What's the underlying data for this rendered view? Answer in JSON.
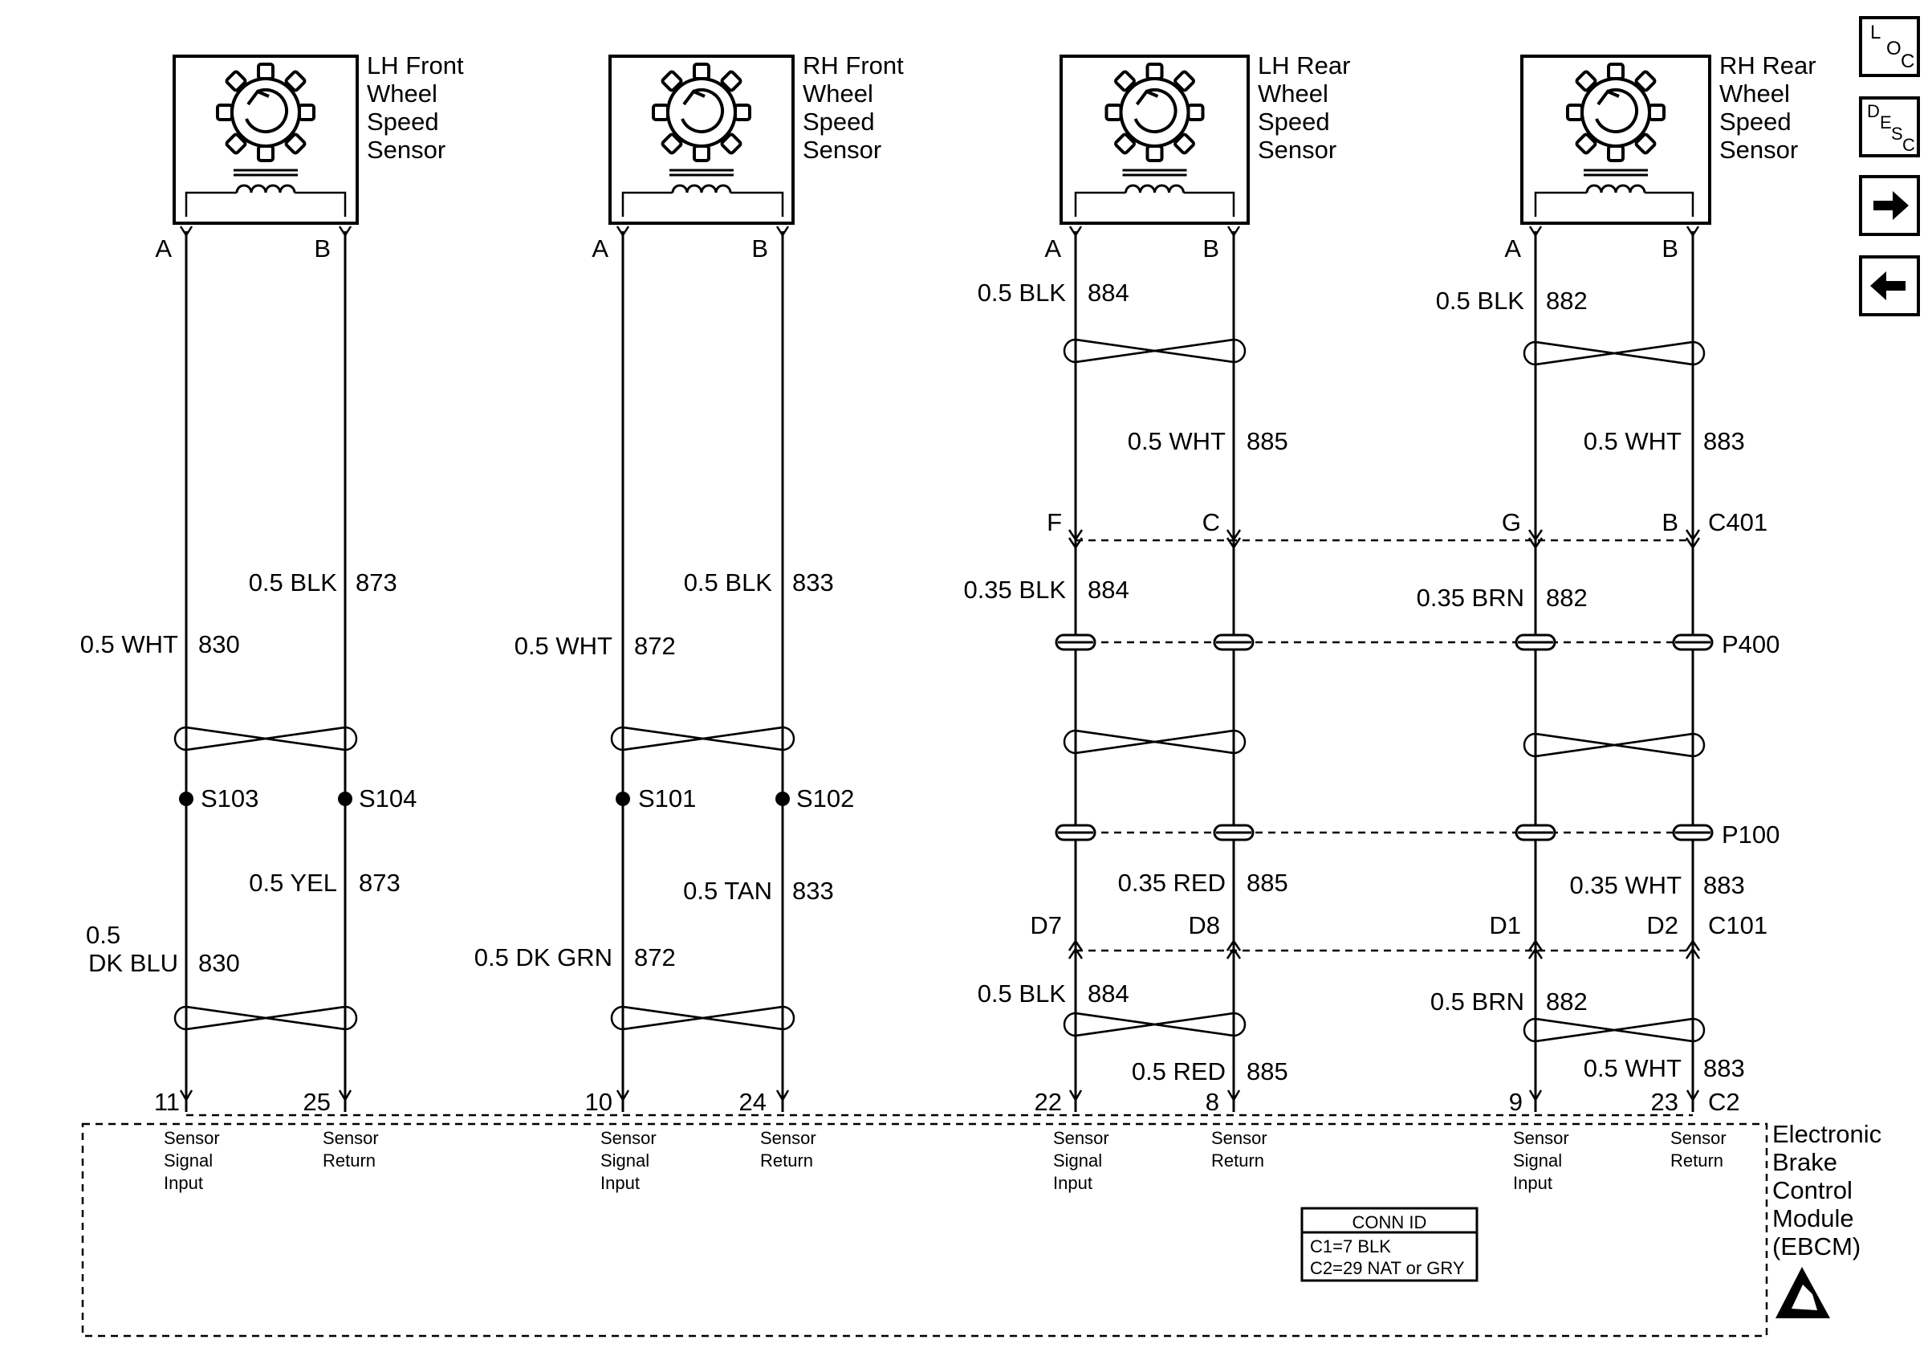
{
  "sensors": [
    {
      "title": [
        "LH Front",
        "Wheel",
        "Speed",
        "Sensor"
      ],
      "pin_a": "A",
      "pin_b": "B"
    },
    {
      "title": [
        "RH Front",
        "Wheel",
        "Speed",
        "Sensor"
      ],
      "pin_a": "A",
      "pin_b": "B"
    },
    {
      "title": [
        "LH Rear",
        "Wheel",
        "Speed",
        "Sensor"
      ],
      "pin_a": "A",
      "pin_b": "B"
    },
    {
      "title": [
        "RH Rear",
        "Wheel",
        "Speed",
        "Sensor"
      ],
      "pin_a": "A",
      "pin_b": "B"
    }
  ],
  "nav": {
    "loc": "LOC",
    "desc": "DESC",
    "next": "next-arrow",
    "prev": "prev-arrow"
  },
  "wires": {
    "lhf": {
      "a_size": "0.5 WHT",
      "a_circ": "830",
      "b_size": "0.5 BLK",
      "b_circ": "873",
      "s_a": "S103",
      "s_b": "S104",
      "a2_size_1": "0.5",
      "a2_size_2": "DK BLU",
      "a2_circ": "830",
      "b2_size": "0.5 YEL",
      "b2_circ": "873",
      "pin_a": "11",
      "pin_b": "25"
    },
    "rhf": {
      "a_size": "0.5 WHT",
      "a_circ": "872",
      "b_size": "0.5 BLK",
      "b_circ": "833",
      "s_a": "S101",
      "s_b": "S102",
      "a2_size": "0.5 DK GRN",
      "a2_circ": "872",
      "b2_size": "0.5 TAN",
      "b2_circ": "833",
      "pin_a": "10",
      "pin_b": "24"
    },
    "lhr": {
      "a_size": "0.5 BLK",
      "a_circ": "884",
      "b_size": "0.5 WHT",
      "b_circ": "885",
      "c401_a": "F",
      "c401_b": "C",
      "a3_size": "0.35 BLK",
      "a3_circ": "884",
      "b3_size": "0.35 RED",
      "b3_circ": "885",
      "c101_a": "D7",
      "c101_b": "D8",
      "a4_size": "0.5 BLK",
      "a4_circ": "884",
      "b4_size": "0.5 RED",
      "b4_circ": "885",
      "pin_a": "22",
      "pin_b": "8"
    },
    "rhr": {
      "a_size": "0.5 BLK",
      "a_circ": "882",
      "b_size": "0.5 WHT",
      "b_circ": "883",
      "c401_a": "G",
      "c401_b": "B",
      "a3_size": "0.35 BRN",
      "a3_circ": "882",
      "b3_size": "0.35 WHT",
      "b3_circ": "883",
      "c101_a": "D1",
      "c101_b": "D2",
      "a4_size": "0.5 BRN",
      "a4_circ": "882",
      "b4_size": "0.5 WHT",
      "b4_circ": "883",
      "pin_a": "9",
      "pin_b": "23"
    }
  },
  "connectors": {
    "c401": "C401",
    "p400": "P400",
    "p100": "P100",
    "c101": "C101",
    "c2": "C2"
  },
  "ebcm": {
    "name": [
      "Electronic",
      "Brake",
      "Control",
      "Module",
      "(EBCM)"
    ],
    "signal": [
      "Sensor",
      "Signal",
      "Input"
    ],
    "return": [
      "Sensor",
      "Return"
    ],
    "conn_id_title": "CONN ID",
    "conn_id_lines": [
      "C1=7 BLK",
      "C2=29 NAT or GRY"
    ]
  }
}
